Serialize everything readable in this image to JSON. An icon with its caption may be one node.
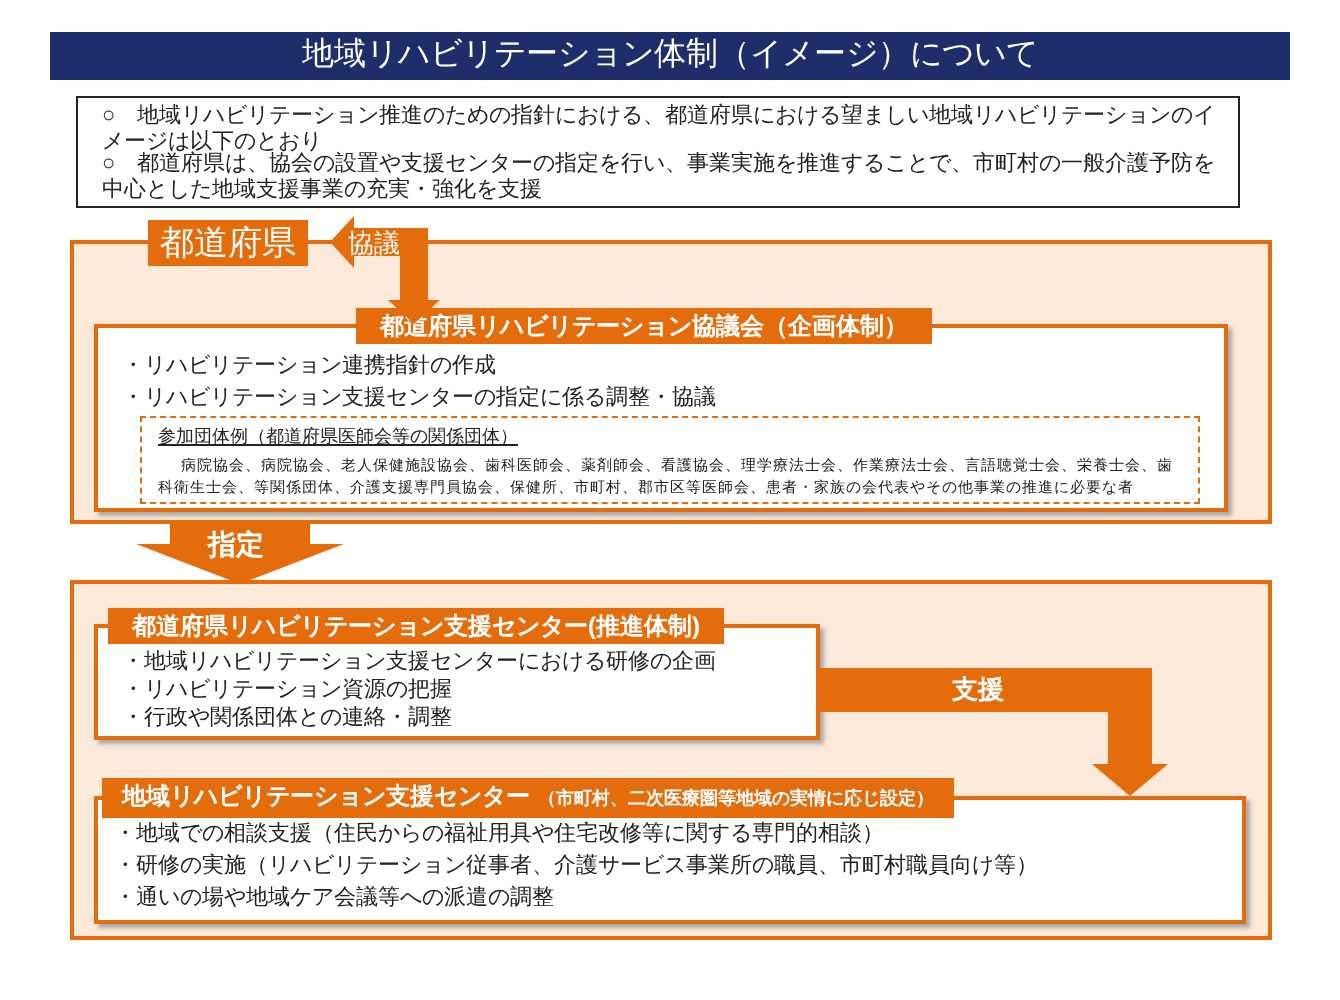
{
  "diagram": {
    "title": "地域リハビリテーション体制（イメージ）について",
    "nodes": [
      {
        "text": [
          "○　地域リハビリテーション推進のための指針における、都道府県における望ましい地域リハビリテーションのイメージは以下のとおり",
          "○　都道府県は、協会の設置や支援センターの指定を行い、事業実施を推進することで、市町村の一般介護予防を中心とした地域支援事業の充実・強化を支援"
        ]
      },
      {
        "text": [
          "都道府県"
        ]
      },
      {
        "text": [
          "都道府県リハビリテーション協議会（企画体制）",
          "・リハビリテーション連携指針の作成",
          "・リハビリテーション支援センターの指定に係る調整・協議"
        ],
        "in": 1
      },
      {
        "text": [
          "参加団体例（都道府県医師会等の関係団体）",
          "病院協会、病院協会、老人保健施設協会、歯科医師会、薬剤師会、看護協会、理学療法士会、作業療法士会、言語聴覚士会、栄養士会、歯科衛生士会、等関係団体、介護支援専門員協会、保健所、市町村、郡市区等医師会、患者・家族の会代表やその他事業の推進に必要な者"
        ],
        "in": 2
      },
      {
        "text": [],
        "shape": "box"
      },
      {
        "text": [
          "都道府県リハビリテーション支援センター(推進体制)",
          "・地域リハビリテーション支援センターにおける研修の企画",
          "・リハビリテーション資源の把握",
          "・行政や関係団体との連絡・調整"
        ],
        "in": 4
      },
      {
        "text": [
          "地域リハビリテーション支援センター",
          "（市町村、二次医療圏等地域の実情に応じ設定）",
          "・地域での相談支援（住民からの福祉用具や住宅改修等に関する専門的相談）",
          "・研修の実施（リハビリテーション従事者、介護サービス事業所の職員、市町村職員向け等）",
          "・通いの場や地域ケア会議等への派遣の調整"
        ],
        "in": 4
      }
    ],
    "edges": [
      {
        "from": 1,
        "to": 2,
        "arrow": "both",
        "label": "協議"
      },
      {
        "from": 1,
        "to": 4,
        "arrow": "to",
        "label": "指定",
        "style": "thick"
      },
      {
        "from": 5,
        "to": 6,
        "arrow": "to",
        "label": "支援"
      }
    ]
  }
}
